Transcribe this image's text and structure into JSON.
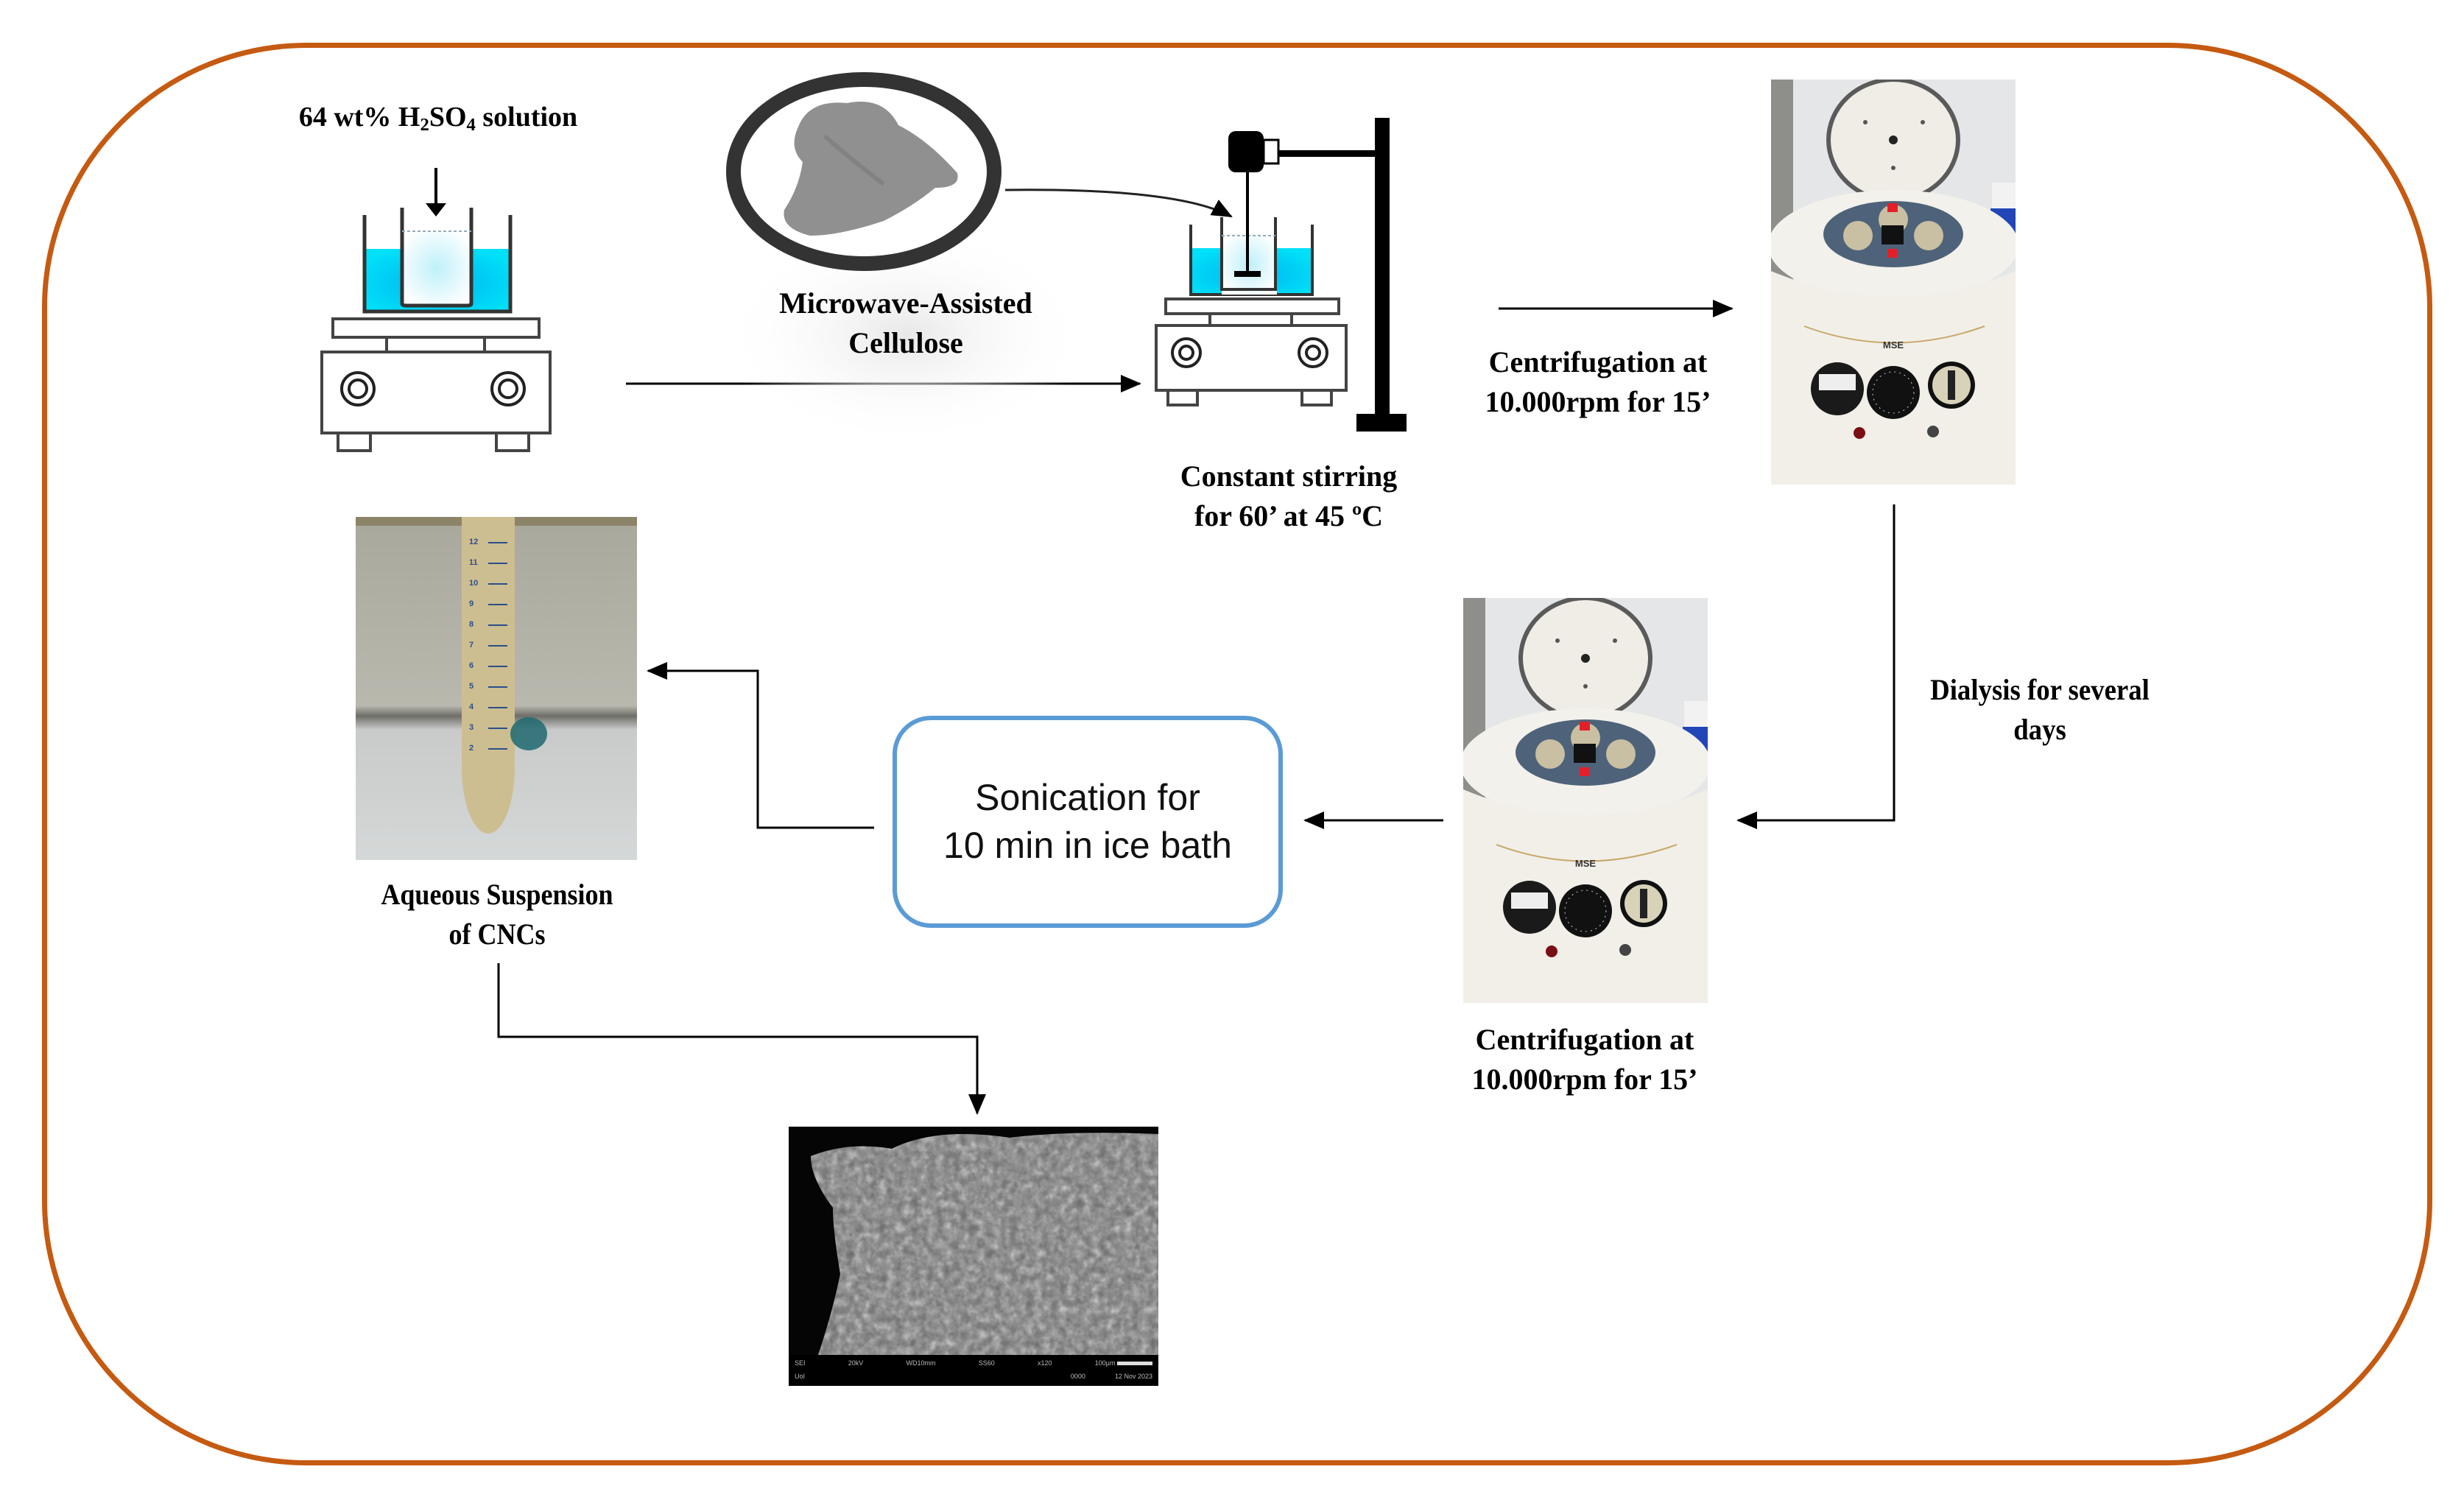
{
  "diagram": {
    "title": "CNC preparation workflow",
    "border_color": "#C55A11",
    "accent_blue": "#5B9BD5",
    "bath_color": "#00CCF0"
  },
  "steps": {
    "acid": {
      "label_pre": "64 wt% H",
      "sub1": "2",
      "label_mid": "SO",
      "sub2": "4",
      "label_post": " solution"
    },
    "cellulose": {
      "line1": "Microwave-Assisted",
      "line2": "Cellulose"
    },
    "stirring": {
      "line1": "Constant stirring",
      "line2": "for 60’ at 45 ºC"
    },
    "centrifuge1": {
      "line1": "Centrifugation at",
      "line2": "10.000rpm for 15’"
    },
    "dialysis": {
      "line1": "Dialysis for several",
      "line2": "days"
    },
    "centrifuge2": {
      "line1": "Centrifugation at",
      "line2": "10.000rpm for 15’"
    },
    "sonication": {
      "line1": "Sonication for",
      "line2": "10 min in ice bath"
    },
    "suspension": {
      "line1": "Aqueous Suspension",
      "line2": "of CNCs"
    }
  },
  "tube": {
    "graduations": [
      "12",
      "11",
      "10",
      "9",
      "8",
      "7",
      "6",
      "5",
      "4",
      "3",
      "2"
    ]
  },
  "centrifuge_brand": "MSE",
  "sem": {
    "row1": [
      "SEI",
      "20kV",
      "WD10mm",
      "SS60",
      "x120",
      "100µm"
    ],
    "row2": [
      "UoI",
      "0000",
      "12 Nov 2023"
    ]
  }
}
